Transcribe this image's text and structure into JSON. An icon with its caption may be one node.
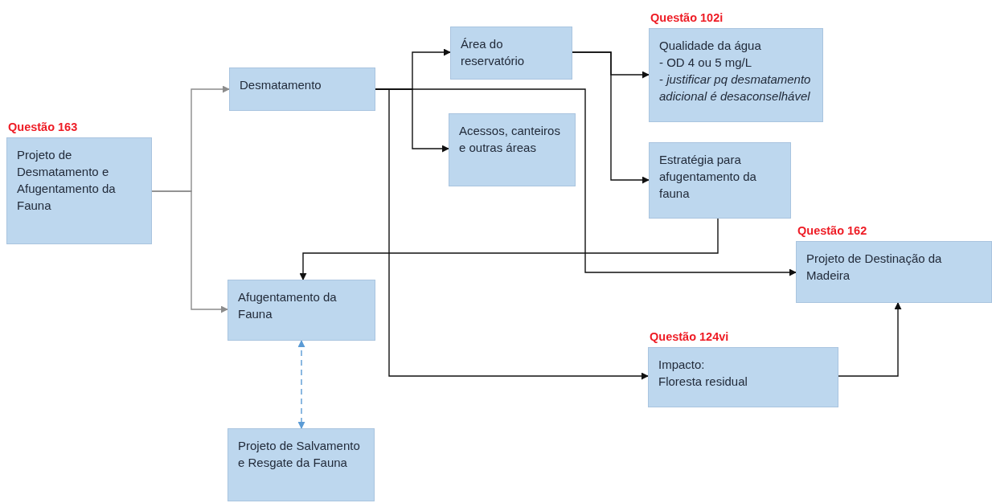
{
  "diagram": {
    "nodes": [
      {
        "text": [
          "Questão 163",
          "Projeto de Desmatamento e Afugentamento da Fauna"
        ]
      },
      {
        "text": [
          "Desmatamento"
        ]
      },
      {
        "text": [
          "Área do reservatório"
        ]
      },
      {
        "text": [
          "Acessos, canteiros e outras áreas"
        ]
      },
      {
        "text": [
          "Questão 102i",
          "Qualidade da água",
          "- OD 4 ou 5 mg/L",
          "- *justificar pq desmatamento adicional é desaconselhável*"
        ]
      },
      {
        "text": [
          "Estratégia para afugentamento da fauna"
        ]
      },
      {
        "text": [
          "Afugentamento da Fauna"
        ]
      },
      {
        "text": [
          "Questão 162",
          "Projeto de Destinação da Madeira"
        ]
      },
      {
        "text": [
          "Questão 124vi",
          "Impacto:",
          "Floresta residual"
        ]
      },
      {
        "text": [
          "Projeto de Salvamento e Resgate da Fauna"
        ]
      }
    ],
    "edges": [
      {
        "from": 0,
        "to": 1,
        "arrow": "to",
        "color": "#8c8c8c"
      },
      {
        "from": 0,
        "to": 6,
        "arrow": "to",
        "color": "#8c8c8c"
      },
      {
        "from": 6,
        "to": 9,
        "arrow": "both",
        "style": "dashed",
        "color": "#5b9bd5"
      },
      {
        "from": 1,
        "to": 2,
        "arrow": "to"
      },
      {
        "from": 1,
        "to": 3,
        "arrow": "to"
      },
      {
        "from": 1,
        "to": 8,
        "arrow": "to"
      },
      {
        "from": 1,
        "to": 7,
        "arrow": "to"
      },
      {
        "from": 2,
        "to": 4,
        "arrow": "to"
      },
      {
        "from": 2,
        "to": 5,
        "arrow": "to"
      },
      {
        "from": 5,
        "to": 6,
        "arrow": "to"
      },
      {
        "from": 8,
        "to": 7,
        "arrow": "to"
      }
    ]
  }
}
